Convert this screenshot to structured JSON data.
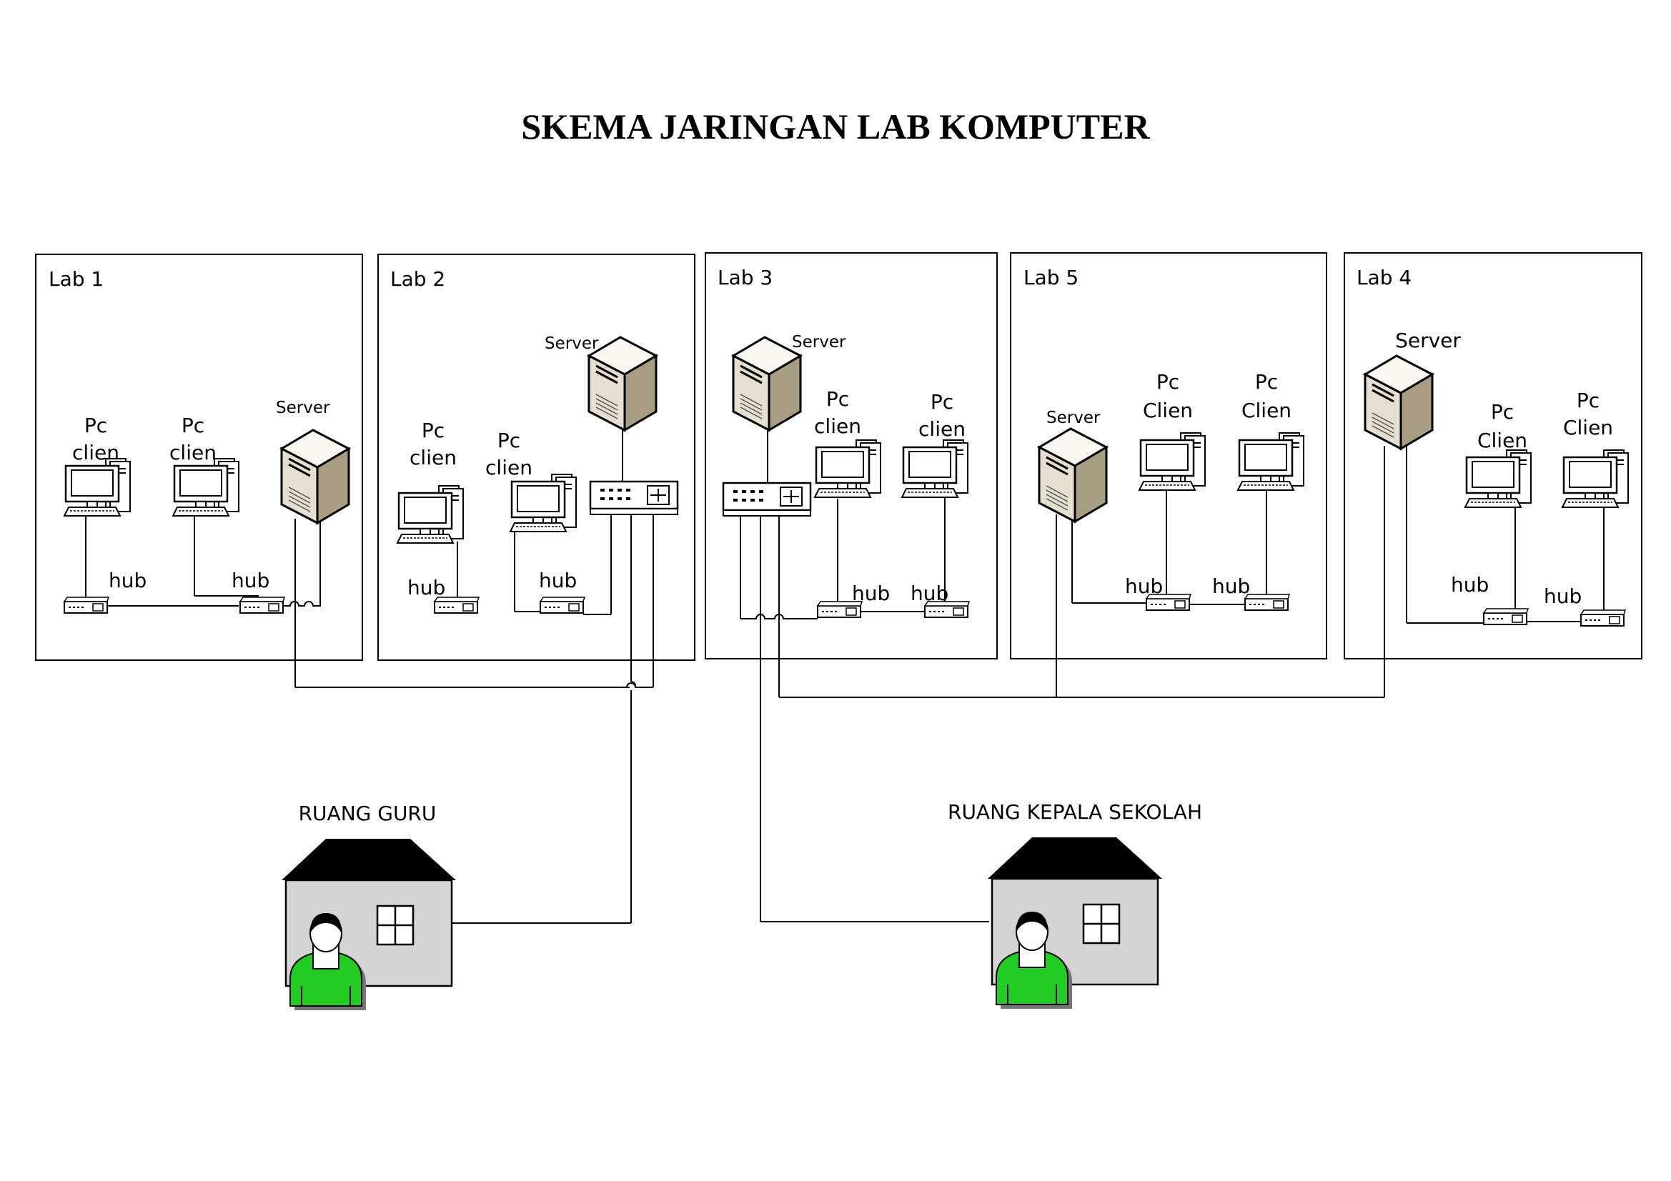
{
  "title": "SKEMA JARINGAN LAB KOMPUTER",
  "labs": [
    {
      "id": "lab1",
      "name": "Lab 1",
      "server": "Server",
      "pcs": [
        [
          "Pc",
          "clien"
        ],
        [
          "Pc",
          "clien"
        ]
      ],
      "hubs": [
        "hub",
        "hub"
      ]
    },
    {
      "id": "lab2",
      "name": "Lab 2",
      "server": "Server",
      "pcs": [
        [
          "Pc",
          "clien"
        ],
        [
          "Pc",
          "clien"
        ]
      ],
      "hubs": [
        "hub",
        "hub"
      ]
    },
    {
      "id": "lab3",
      "name": "Lab 3",
      "server": "Server",
      "pcs": [
        [
          "Pc",
          "clien"
        ],
        [
          "Pc",
          "clien"
        ]
      ],
      "hubs": [
        "hub",
        "hub"
      ]
    },
    {
      "id": "lab5",
      "name": "Lab 5",
      "server": "Server",
      "pcs": [
        [
          "Pc",
          "Clien"
        ],
        [
          "Pc",
          "Clien"
        ]
      ],
      "hubs": [
        "hub",
        "hub"
      ]
    },
    {
      "id": "lab4",
      "name": "Lab 4",
      "server": "Server",
      "pcs": [
        [
          "Pc",
          "Clien"
        ],
        [
          "Pc",
          "Clien"
        ]
      ],
      "hubs": [
        "hub",
        "hub"
      ]
    }
  ],
  "rooms": [
    {
      "id": "ruang-guru",
      "name": "RUANG GURU"
    },
    {
      "id": "ruang-kepala-sekolah",
      "name": "RUANG KEPALA SEKOLAH"
    }
  ],
  "colors": {
    "line": "#000000",
    "server_body": "#e2dccd",
    "server_side": "#b8ad96",
    "house_wall": "#d4d4d4",
    "house_roof": "#000000",
    "person": "#22cc22"
  }
}
